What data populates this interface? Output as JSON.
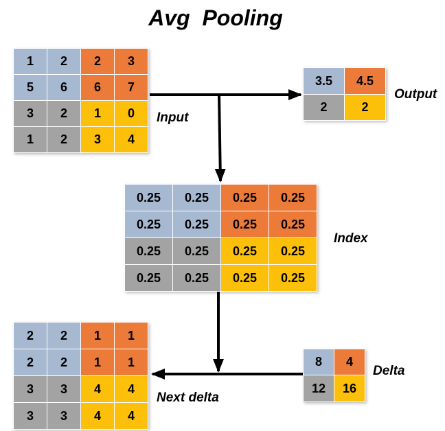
{
  "title": "Avg  Pooling",
  "labels": {
    "input": "Input",
    "output": "Output",
    "index": "Index",
    "delta": "Delta",
    "next_delta": "Next delta"
  },
  "colors": {
    "blue": "#a7b9d1",
    "orange": "#ec7b3a",
    "gray": "#a3a3a3",
    "yellow": "#fdc00a"
  },
  "input": [
    [
      "1",
      "2",
      "2",
      "3"
    ],
    [
      "5",
      "6",
      "6",
      "7"
    ],
    [
      "3",
      "2",
      "1",
      "0"
    ],
    [
      "1",
      "2",
      "3",
      "4"
    ]
  ],
  "output": [
    [
      "3.5",
      "4.5"
    ],
    [
      "2",
      "2"
    ]
  ],
  "index": [
    [
      "0.25",
      "0.25",
      "0.25",
      "0.25"
    ],
    [
      "0.25",
      "0.25",
      "0.25",
      "0.25"
    ],
    [
      "0.25",
      "0.25",
      "0.25",
      "0.25"
    ],
    [
      "0.25",
      "0.25",
      "0.25",
      "0.25"
    ]
  ],
  "delta": [
    [
      "8",
      "4"
    ],
    [
      "12",
      "16"
    ]
  ],
  "next_delta": [
    [
      "2",
      "2",
      "1",
      "1"
    ],
    [
      "2",
      "2",
      "1",
      "1"
    ],
    [
      "3",
      "3",
      "4",
      "4"
    ],
    [
      "3",
      "3",
      "4",
      "4"
    ]
  ]
}
